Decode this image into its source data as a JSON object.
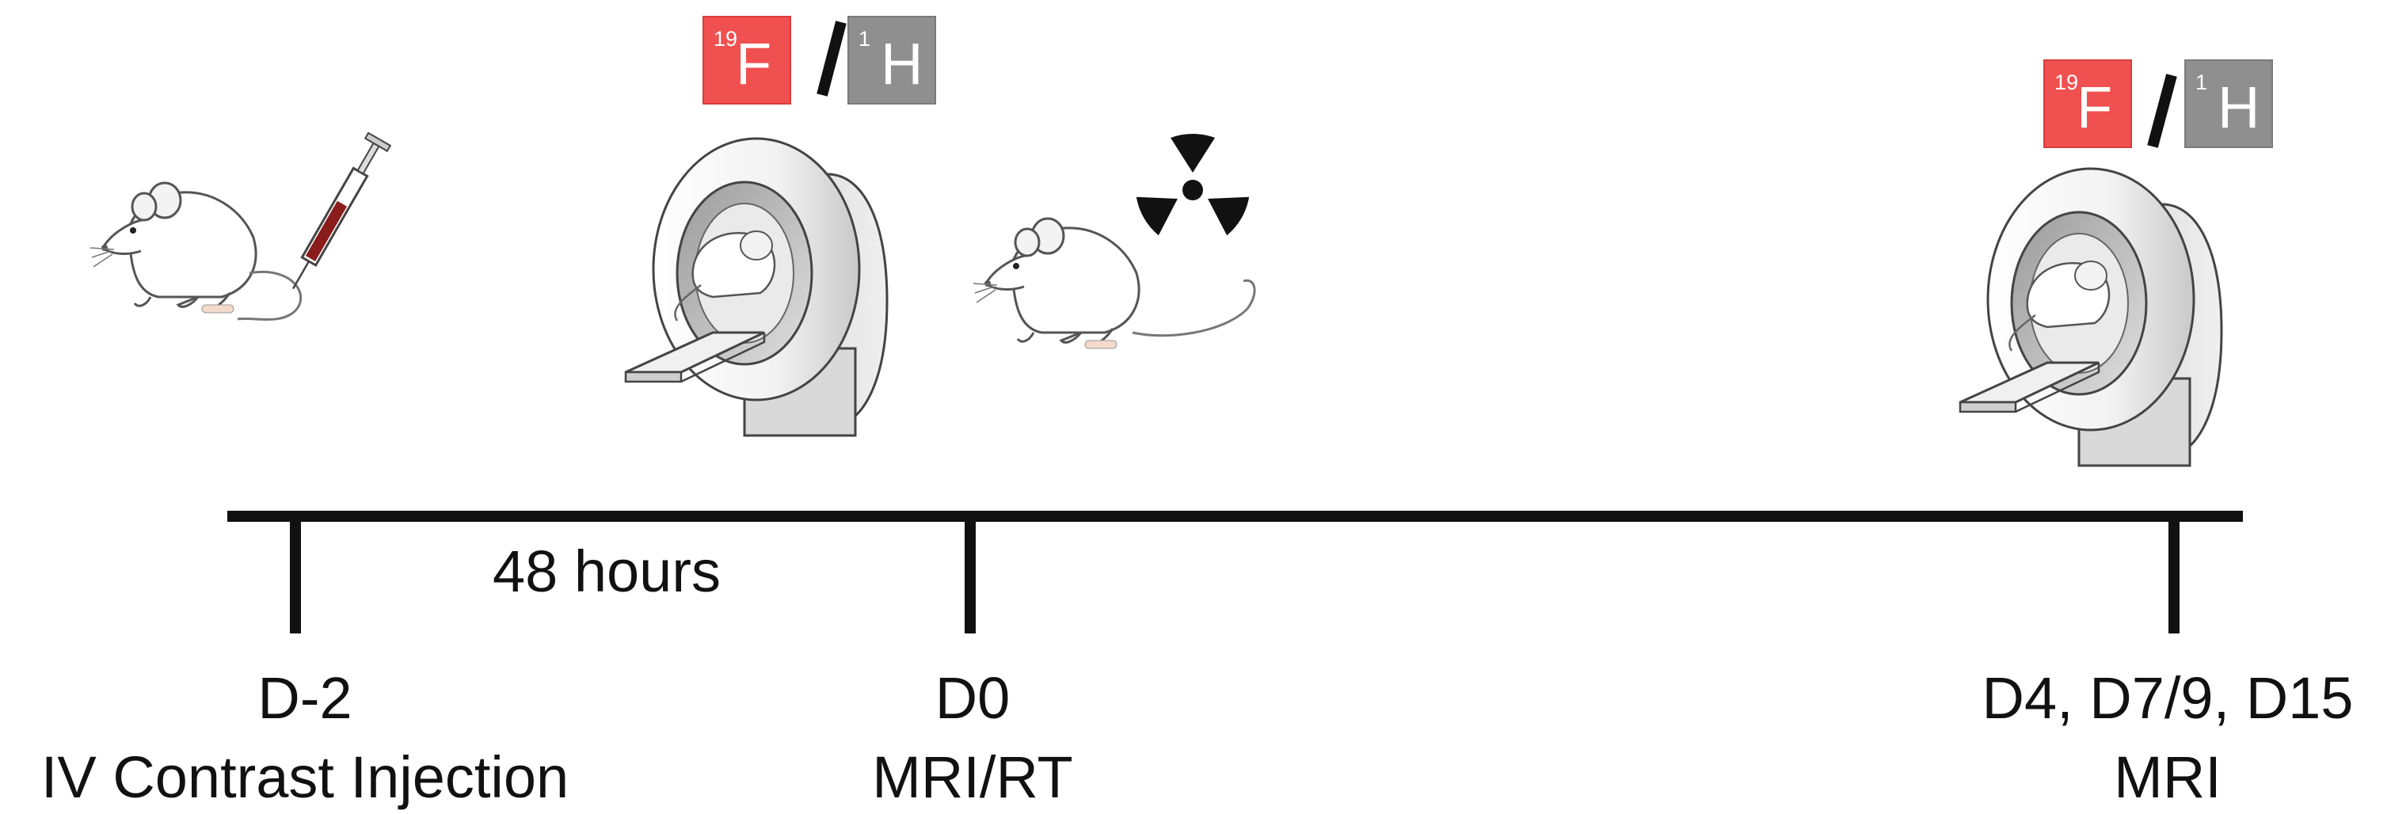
{
  "timeline": {
    "events": [
      {
        "day": "D-2",
        "label": "IV Contrast Injection"
      },
      {
        "day": "D0",
        "label": "MRI/RT"
      },
      {
        "day": "D4, D7/9, D15",
        "label": "MRI"
      }
    ],
    "interval_label": "48 hours"
  },
  "imaging_badges": [
    {
      "nucleus_mass": "19",
      "nucleus": "F",
      "color": "#f0504f"
    },
    {
      "nucleus_mass": "1",
      "nucleus": "H",
      "color": "#8f8f8f"
    }
  ],
  "icons": [
    "mouse-icon",
    "syringe-icon",
    "mri-scanner-icon",
    "radiation-icon"
  ]
}
